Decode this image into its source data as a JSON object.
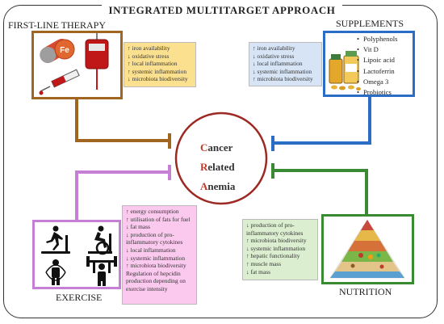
{
  "title": "INTEGRATED MULTITARGET APPROACH",
  "center": {
    "line1": {
      "cap": "C",
      "rest": "ancer"
    },
    "line2": {
      "cap": "R",
      "rest": "elated"
    },
    "line3": {
      "cap": "A",
      "rest": "nemia"
    }
  },
  "colors": {
    "therapy": "#a0661f",
    "supplements": "#2b6cc4",
    "exercise": "#c580d6",
    "nutrition": "#3a8a34",
    "center_ring": "#9c2a22",
    "center_letters": "#c0392b",
    "therapy_box": "#fbe08f",
    "supplements_box": "#d6e4f5",
    "exercise_box": "#fbc8ee",
    "nutrition_box": "#dbeed0"
  },
  "therapy": {
    "label": "FIRST-LINE THERAPY",
    "pill_symbol": "Fe",
    "icons": [
      "iron-pill-icon",
      "blood-bag-icon",
      "syringe-icon"
    ],
    "effects": [
      "↑ iron availability",
      "↓ oxidative stress",
      "↑ local inflammation",
      "↑ systemic inflammation",
      "↓ microbiota biodiversity"
    ]
  },
  "supplements": {
    "label": "SUPPLEMENTS",
    "icons": [
      "supplement-bottles-icon"
    ],
    "items": [
      "Polyphenols",
      "Vit D",
      "Lipoic acid",
      "Lactoferrin",
      "Omega 3",
      "Probiotics"
    ],
    "effects": [
      "↑ iron availability",
      "↓ oxidative stress",
      "↓ local inflammation",
      "↓ systemic inflammation",
      "↑ microbiota biodiversity"
    ]
  },
  "exercise": {
    "label": "EXERCISE",
    "icons": [
      "treadmill-icon",
      "stationary-bike-icon",
      "jump-rope-icon",
      "weight-lifting-icon"
    ],
    "effects": [
      "↑ energy consumption",
      "↑ utilisation of fats for fuel",
      "↓ fat mass",
      "↓ production of pro-inflammatory cytokines",
      "↓ local inflammation",
      "↓ systemic inflammation",
      "↑ microbiota biodiversity",
      "Regulation of hepcidin production depending on exercise intensity"
    ]
  },
  "nutrition": {
    "label": "NUTRITION",
    "icons": [
      "food-pyramid-icon"
    ],
    "effects": [
      "↓ production of pro-inflammatory cytokines",
      "↑ microbiota biodiversity",
      "↓ systemic inflammation",
      "↑ hepatic functionality",
      "↑ muscle mass",
      "↓ fat mass"
    ]
  }
}
